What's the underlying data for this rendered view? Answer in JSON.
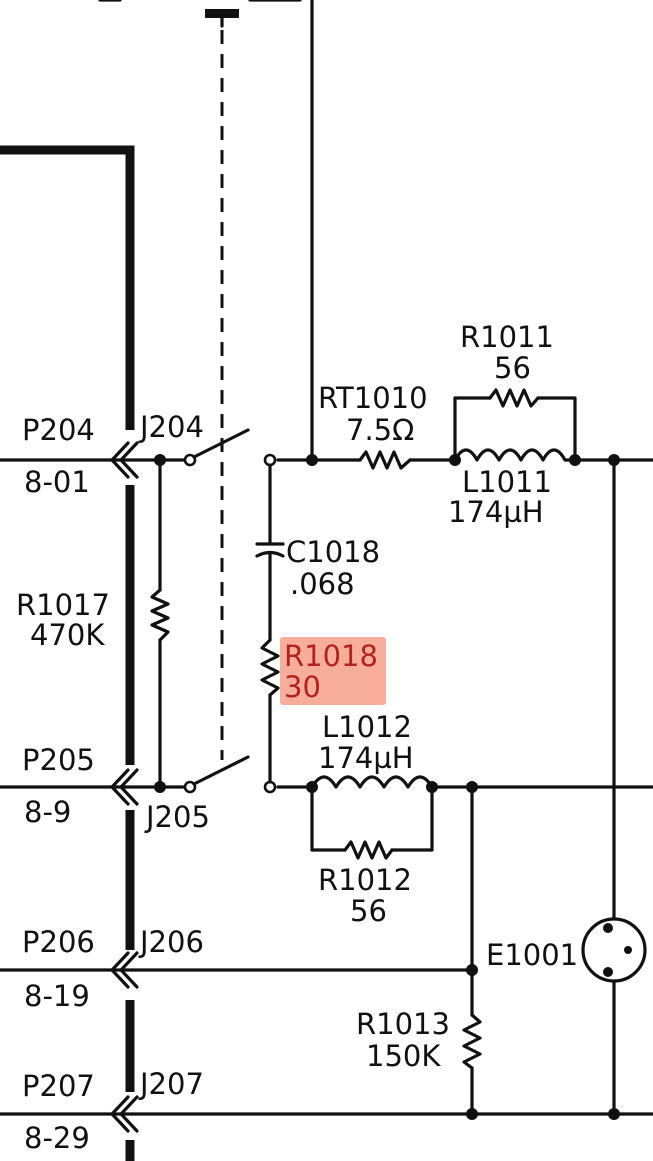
{
  "components": {
    "p204": {
      "ref": "P204",
      "pin": "8-01"
    },
    "j204": {
      "ref": "J204"
    },
    "p205": {
      "ref": "P205",
      "pin": "8-9"
    },
    "j205": {
      "ref": "J205"
    },
    "p206": {
      "ref": "P206",
      "pin": "8-19"
    },
    "j206": {
      "ref": "J206"
    },
    "p207": {
      "ref": "P207",
      "pin": "8-29"
    },
    "j207": {
      "ref": "J207"
    },
    "r1017": {
      "ref": "R1017",
      "value": "470K"
    },
    "rt1010": {
      "ref": "RT1010",
      "value": "7.5Ω"
    },
    "r1011": {
      "ref": "R1011",
      "value": "56"
    },
    "l1011": {
      "ref": "L1011",
      "value": "174µH"
    },
    "c1018": {
      "ref": "C1018",
      "value": ".068"
    },
    "r1018": {
      "ref": "R1018",
      "value": "30",
      "highlighted": true
    },
    "l1012": {
      "ref": "L1012",
      "value": "174µH"
    },
    "r1012": {
      "ref": "R1012",
      "value": "56"
    },
    "r1013": {
      "ref": "R1013",
      "value": "150K"
    },
    "e1001": {
      "ref": "E1001"
    }
  },
  "highlight_color": "#f4a08a"
}
